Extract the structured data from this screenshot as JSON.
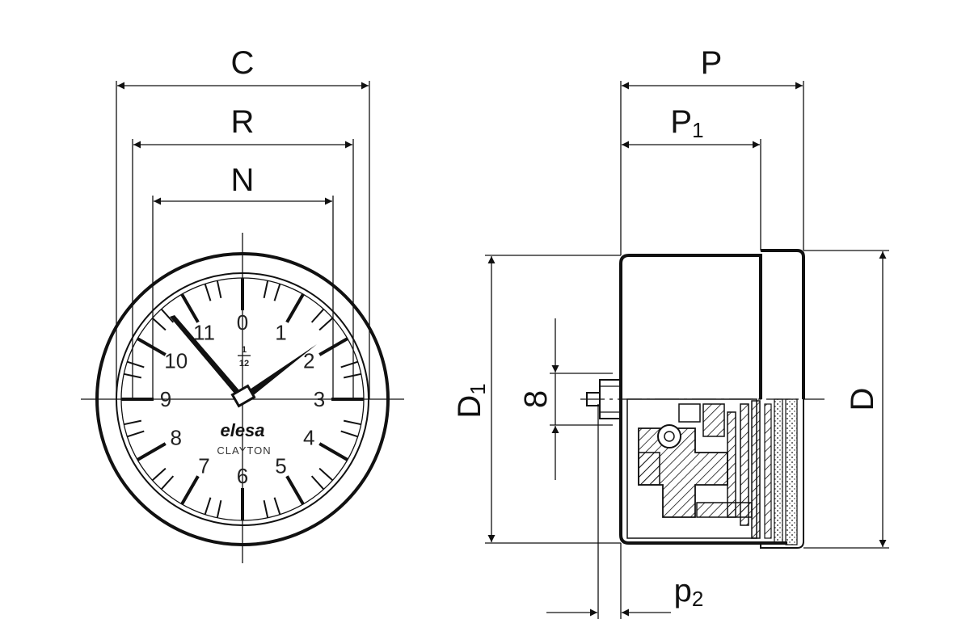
{
  "dimensions": {
    "C": "C",
    "R": "R",
    "N": "N",
    "P": "P",
    "P1": "P",
    "P1_sub": "1",
    "D1": "D",
    "D1_sub": "1",
    "D": "D",
    "eight": "8",
    "p2": "p",
    "p2_sub": "2"
  },
  "dial": {
    "numbers": [
      "0",
      "1",
      "2",
      "3",
      "4",
      "5",
      "6",
      "7",
      "8",
      "9",
      "10",
      "11"
    ],
    "fraction_top": "1",
    "fraction_bottom": "12",
    "brand": "elesa",
    "model": "CLAYTON"
  },
  "colors": {
    "ink": "#111111",
    "background": "#ffffff"
  }
}
